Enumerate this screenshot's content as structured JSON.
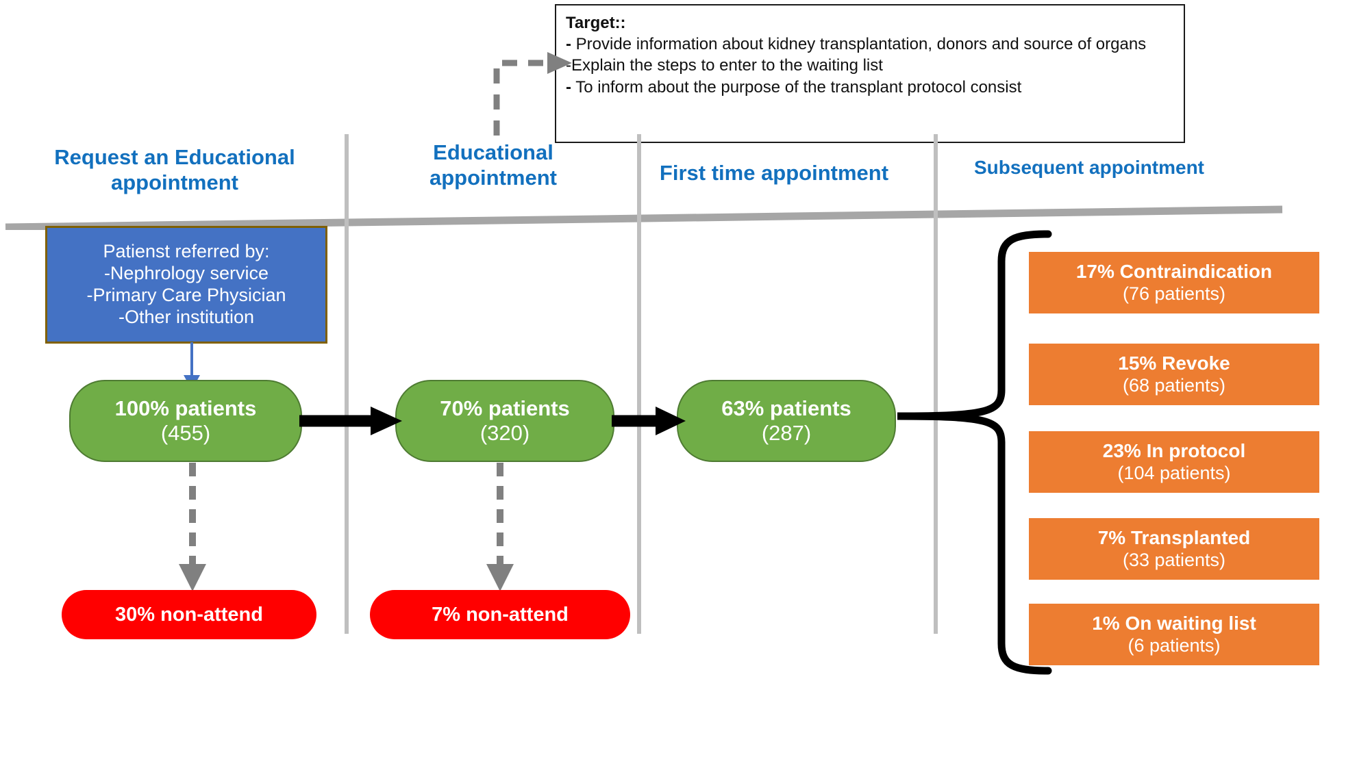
{
  "colors": {
    "header_blue": "#1270BE",
    "box_blue": "#4472C4",
    "box_blue_border": "#806000",
    "stage_green": "#70AD47",
    "stage_green_border": "#4E7B32",
    "nonattend_red": "#FF0000",
    "outcome_orange": "#ED7D31",
    "lane_gray": "#BFBFBF",
    "baseline_gray": "#A6A6A6",
    "callout_border": "#1A1A1A",
    "white": "#FFFFFF"
  },
  "target_callout": {
    "title": "Target::",
    "lines": [
      {
        "bullet": "-",
        "text": " Provide information about kidney transplantation, donors and source of organs"
      },
      {
        "bullet": "",
        "text": "-Explain the steps to enter to the waiting list"
      },
      {
        "bullet": "-",
        "text": " To inform about the purpose of the transplant protocol consist"
      }
    ],
    "line_1_full": "- Provide information about kidney transplantation, donors and source of organs",
    "line_2_full": "-Explain the steps to enter to the waiting list",
    "line_3_full": "- To inform about the purpose of the transplant protocol consist"
  },
  "phases": [
    {
      "label": "Request an Educational appointment"
    },
    {
      "label": "Educational appointment"
    },
    {
      "label": "First time appointment"
    },
    {
      "label": "Subsequent appointment"
    }
  ],
  "referral_box": {
    "title": "Patienst referred by:",
    "items": [
      "-Nephrology service",
      "-Primary Care Physician",
      "-Other institution"
    ]
  },
  "stages": [
    {
      "percent": "100% patients",
      "count": "(455)"
    },
    {
      "percent": "70% patients",
      "count": "(320)"
    },
    {
      "percent": "63% patients",
      "count": "(287)"
    }
  ],
  "non_attend": [
    {
      "label": "30% non-attend"
    },
    {
      "label": "7% non-attend"
    }
  ],
  "outcomes": [
    {
      "label": "17% Contraindication",
      "sub": "(76 patients)"
    },
    {
      "label": "15% Revoke",
      "sub": "(68 patients)"
    },
    {
      "label": "23% In protocol",
      "sub": "(104 patients)"
    },
    {
      "label": "7% Transplanted",
      "sub": "(33 patients)"
    },
    {
      "label": "1% On waiting list",
      "sub": "(6 patients)"
    }
  ],
  "chart_data": {
    "type": "diagram",
    "title": "Kidney transplant education and evaluation patient flow",
    "total_patients": 455,
    "funnel": [
      {
        "stage": "Request an Educational appointment",
        "percent": 100,
        "patients": 455
      },
      {
        "stage": "Educational appointment",
        "percent": 70,
        "patients": 320
      },
      {
        "stage": "First time appointment",
        "percent": 63,
        "patients": 287
      }
    ],
    "attrition": [
      {
        "after_stage": "Request an Educational appointment",
        "percent": 30,
        "label": "30% non-attend"
      },
      {
        "after_stage": "Educational appointment",
        "percent": 7,
        "label": "7% non-attend"
      }
    ],
    "outcomes": [
      {
        "label": "Contraindication",
        "percent": 17,
        "patients": 76
      },
      {
        "label": "Revoke",
        "percent": 15,
        "patients": 68
      },
      {
        "label": "In protocol",
        "percent": 23,
        "patients": 104
      },
      {
        "label": "Transplanted",
        "percent": 7,
        "patients": 33
      },
      {
        "label": "On waiting list",
        "percent": 1,
        "patients": 6
      }
    ]
  }
}
